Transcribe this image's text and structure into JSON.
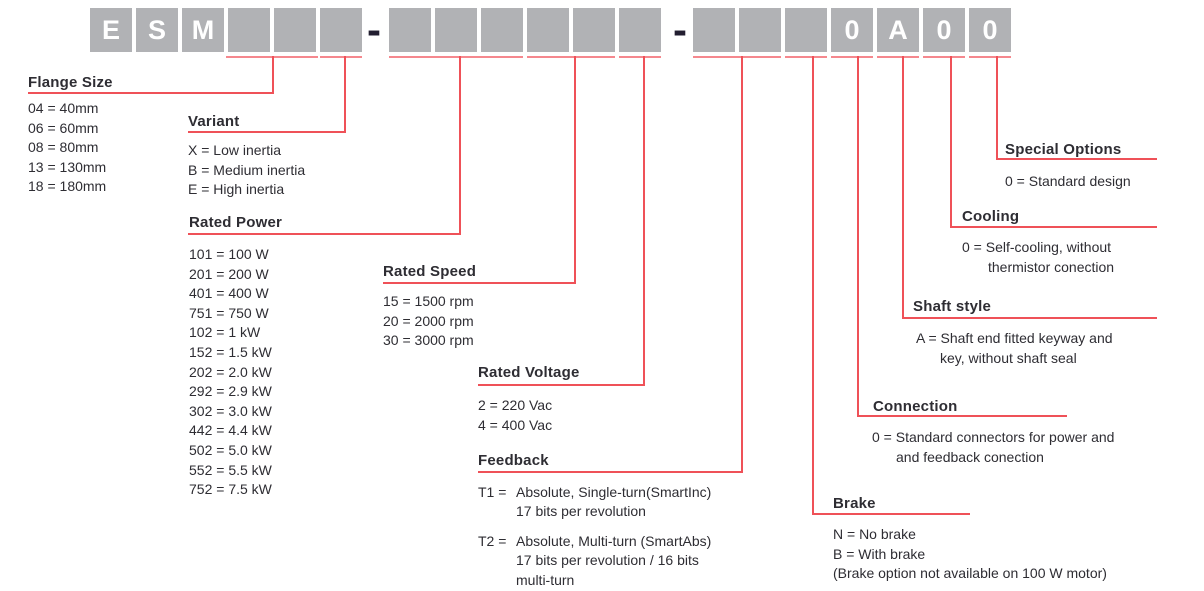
{
  "model_code": {
    "boxes": [
      "E",
      "S",
      "M",
      "",
      "",
      "",
      "",
      "",
      "",
      "",
      "",
      "",
      "",
      "",
      "",
      "0",
      "A",
      "0",
      "0"
    ],
    "separator": "-"
  },
  "sections": {
    "flange_size": {
      "label": "Flange Size",
      "items": [
        "04 = 40mm",
        "06 = 60mm",
        "08 = 80mm",
        "13 = 130mm",
        "18 = 180mm"
      ]
    },
    "variant": {
      "label": "Variant",
      "items": [
        "X = Low inertia",
        "B = Medium inertia",
        "E = High inertia"
      ]
    },
    "rated_power": {
      "label": "Rated Power",
      "items": [
        "101 = 100 W",
        "201 = 200 W",
        "401 = 400 W",
        "751 = 750 W",
        "102 = 1 kW",
        "152 = 1.5 kW",
        "202 = 2.0 kW",
        "292 = 2.9 kW",
        "302 = 3.0 kW",
        "442 = 4.4 kW",
        "502 = 5.0 kW",
        "552 = 5.5 kW",
        "752 = 7.5 kW"
      ]
    },
    "rated_speed": {
      "label": "Rated Speed",
      "items": [
        "15 = 1500 rpm",
        "20 = 2000 rpm",
        "30 = 3000 rpm"
      ]
    },
    "rated_voltage": {
      "label": "Rated Voltage",
      "items": [
        "2 = 220 Vac",
        "4 = 400 Vac"
      ]
    },
    "feedback": {
      "label": "Feedback",
      "options": [
        {
          "code": "T1 =",
          "lines": [
            "Absolute, Single-turn(SmartInc)",
            "17 bits per revolution"
          ]
        },
        {
          "code": "T2 =",
          "lines": [
            "Absolute, Multi-turn (SmartAbs)",
            "17 bits per revolution / 16 bits",
            "multi-turn"
          ]
        }
      ]
    },
    "brake": {
      "label": "Brake",
      "items": [
        "N = No brake",
        "B = With brake",
        "(Brake option not available on 100 W motor)"
      ]
    },
    "connection": {
      "label": "Connection",
      "lines": [
        "0 = Standard connectors for power and",
        "and feedback conection"
      ]
    },
    "shaft_style": {
      "label": "Shaft style",
      "lines": [
        "A = Shaft end fitted keyway and",
        "key, without shaft seal"
      ]
    },
    "cooling": {
      "label": "Cooling",
      "lines": [
        "0 = Self-cooling, without",
        "thermistor conection"
      ]
    },
    "special_options": {
      "label": "Special Options",
      "lines": [
        "0 = Standard design"
      ]
    }
  },
  "colors": {
    "box_gray": "#b1b2b5",
    "box_letter": "#ffffff",
    "line_red": "#ef5158",
    "line_pink": "#f5888e",
    "dash_dark": "#221e30",
    "text": "#2e2d33"
  }
}
